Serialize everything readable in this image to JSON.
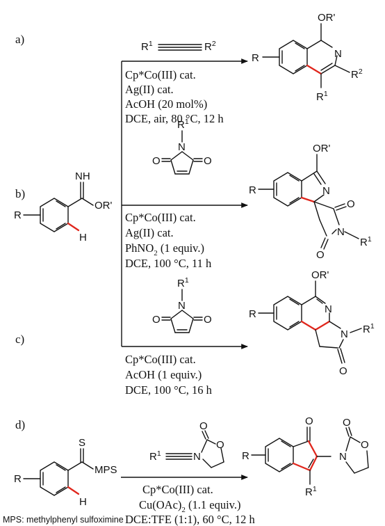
{
  "colors": {
    "bond": "#111111",
    "highlight": "#e0261c"
  },
  "reaction_a": {
    "label": "a)",
    "reagent": {
      "prefix": "R",
      "sup1": "1",
      "mid": "R",
      "sup2": "2"
    },
    "conditions": [
      "Cp*Co(III) cat.",
      "Ag(II) cat.",
      "AcOH (20 mol%)",
      "DCE, air, 80 °C, 12 h"
    ],
    "product_atoms": {
      "oalkyl": "OR'",
      "n": "N",
      "r": "R",
      "r1": "R",
      "r1_sup": "1",
      "r2": "R",
      "r2_sup": "2"
    }
  },
  "reaction_b": {
    "label": "b)",
    "reagent_atoms": {
      "r1": "R",
      "r1_sup": "1",
      "n": "N",
      "o_left": "O",
      "o_right": "O"
    },
    "conditions": [
      "Cp*Co(III) cat.",
      "Ag(II) cat."
    ],
    "condition_3": {
      "main": "PhNO",
      "sub": "2",
      "rest": " (1 equiv.)"
    },
    "condition_4": "DCE, 100 °C, 11 h",
    "product_atoms": {
      "oalkyl": "OR'",
      "n": "N",
      "r": "R",
      "o_top": "O",
      "o_bottom": "O",
      "n2": "N",
      "r1": "R",
      "r1_sup": "1"
    }
  },
  "substrate_ab": {
    "nh": "NH",
    "oalkyl": "OR'",
    "r": "R",
    "h": "H"
  },
  "reaction_c": {
    "label": "c)",
    "reagent_atoms": {
      "r1": "R",
      "r1_sup": "1",
      "n": "N",
      "o_left": "O",
      "o_right": "O"
    },
    "conditions": [
      "Cp*Co(III) cat.",
      "AcOH (1 equiv.)",
      "DCE, 100 °C, 16 h"
    ],
    "product_atoms": {
      "oalkyl": "OR'",
      "n": "N",
      "r": "R",
      "n2": "N",
      "r1": "R",
      "r1_sup": "1",
      "o": "O"
    }
  },
  "reaction_d": {
    "label": "d)",
    "substrate_atoms": {
      "s": "S",
      "mps": "MPS",
      "r": "R",
      "h": "H"
    },
    "reagent_atoms": {
      "r1": "R",
      "r1_sup": "1",
      "n": "N",
      "o_ring": "O",
      "o_carbonyl": "O"
    },
    "condition_1": "Cp*Co(III) cat.",
    "condition_2": {
      "main": "Cu(OAc)",
      "sub": "2",
      "rest": " (1.1 equiv.)"
    },
    "condition_3": "DCE:TFE (1:1), 60 °C, 12 h",
    "product_atoms": {
      "o_ketone": "O",
      "r": "R",
      "n": "N",
      "o_ring": "O",
      "o_carbonyl": "O",
      "r1": "R",
      "r1_sup": "1"
    }
  },
  "footnote": "MPS: methylphenyl sulfoximine"
}
